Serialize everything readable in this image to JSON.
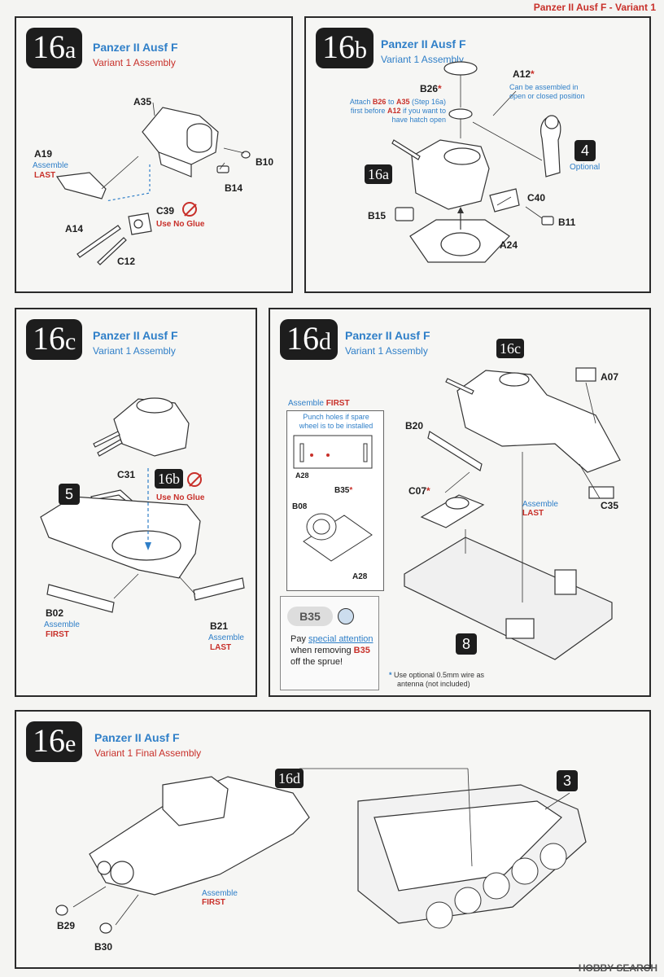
{
  "header": {
    "text": "Panzer II Ausf F - Variant 1"
  },
  "steps": {
    "s16a": {
      "num": "16",
      "letter": "a",
      "title": "Panzer II Ausf F",
      "subtitle": "Variant 1 Assembly",
      "labels": {
        "a35": "A35",
        "a19": "A19",
        "a19_note1": "Assemble",
        "a19_note2": "LAST",
        "b10": "B10",
        "b14": "B14",
        "c39": "C39",
        "no_glue": "Use No Glue",
        "a14": "A14",
        "c12": "C12"
      }
    },
    "s16b": {
      "num": "16",
      "letter": "b",
      "title": "Panzer II Ausf F",
      "subtitle": "Variant 1 Assembly",
      "labels": {
        "b26": "B26",
        "b26_star": "*",
        "a12": "A12",
        "a12_star": "*",
        "a12_note1": "Can be assembled in",
        "a12_note2": "open or closed position",
        "b26_note1a": "Attach ",
        "b26_note1b": "B26",
        "b26_note1c": " to ",
        "b26_note1d": "A35",
        "b26_note1e": " (Step 16a)",
        "b26_note2a": "first before ",
        "b26_note2b": "A12",
        "b26_note2c": " if you want to",
        "b26_note3": "have hatch open",
        "ref16a": "16a",
        "fig_num": "4",
        "optional": "Optional",
        "b15": "B15",
        "c40": "C40",
        "b11": "B11",
        "a24": "A24"
      }
    },
    "s16c": {
      "num": "16",
      "letter": "c",
      "title": "Panzer II Ausf F",
      "subtitle": "Variant 1 Assembly",
      "labels": {
        "c31": "C31",
        "ref16b": "16b",
        "no_glue": "Use No Glue",
        "five": "5",
        "b02": "B02",
        "b02_note1": "Assemble",
        "b02_note2": "FIRST",
        "b21": "B21",
        "b21_note1": "Assemble",
        "b21_note2": "LAST"
      }
    },
    "s16d": {
      "num": "16",
      "letter": "d",
      "title": "Panzer II Ausf F",
      "subtitle": "Variant 1 Assembly",
      "labels": {
        "ref16c": "16c",
        "a07": "A07",
        "assemble": "Assemble",
        "first": "FIRST",
        "punch1": "Punch holes if spare",
        "punch2": "wheel is to be installed",
        "a28": "A28",
        "a28b": "A28",
        "b35": "B35",
        "b35_star": "*",
        "b08": "B08",
        "b20": "B20",
        "c07": "C07",
        "c07_star": "*",
        "assemble_last1": "Assemble",
        "assemble_last2": "LAST",
        "c35": "C35",
        "eight": "8",
        "b35_sprue": "B35",
        "pay1": "Pay ",
        "pay2": "special attention",
        "pay3": "when removing ",
        "pay4": "B35",
        "pay5": "off the sprue!",
        "wire_star": "*",
        "wire1": " Use optional 0.5mm wire as",
        "wire2": "antenna (not included)"
      }
    },
    "s16e": {
      "num": "16",
      "letter": "e",
      "title": "Panzer II Ausf F",
      "subtitle": "Variant 1 Final Assembly",
      "labels": {
        "ref16d": "16d",
        "three": "3",
        "assemble": "Assemble",
        "first": "FIRST",
        "b29": "B29",
        "b30": "B30"
      }
    }
  },
  "watermark": "HOBBY SEARCH",
  "colors": {
    "blue": "#2f7fc8",
    "red": "#c8302a",
    "dark": "#1d1d1d"
  }
}
